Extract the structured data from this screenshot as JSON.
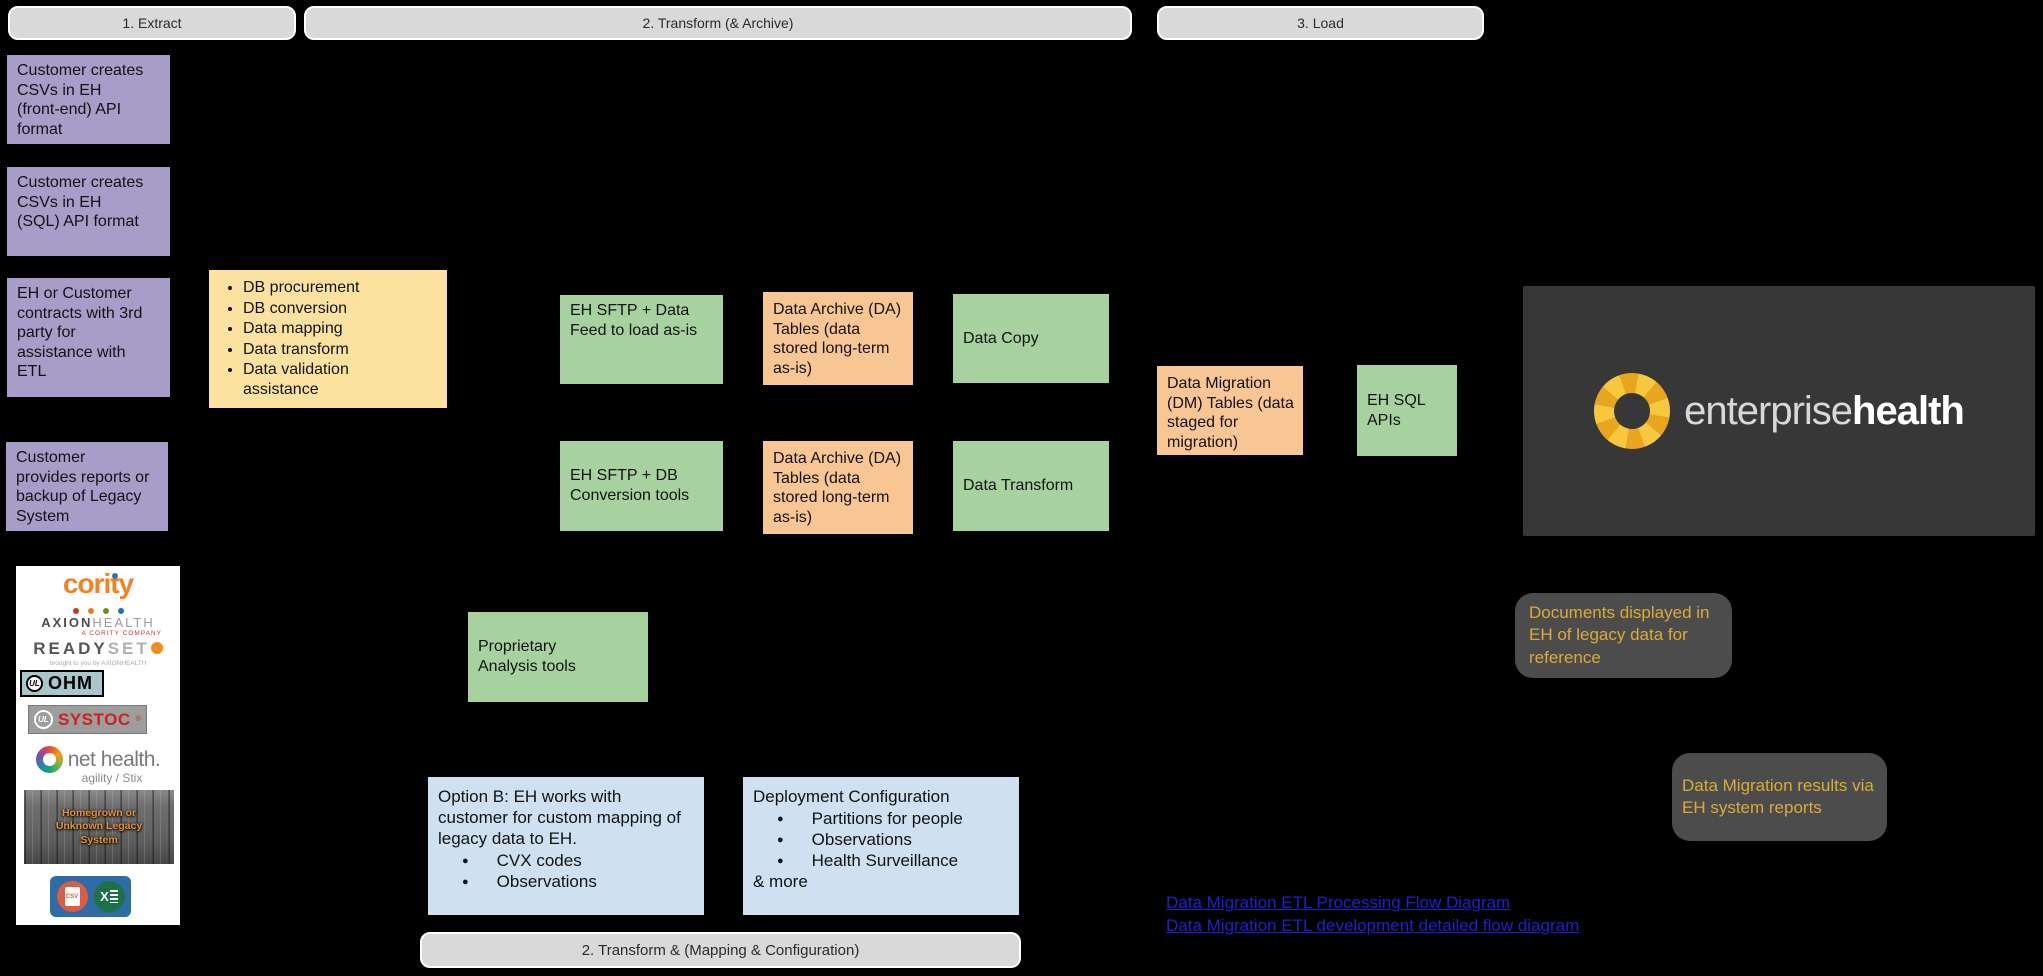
{
  "colors": {
    "bg": "#000000",
    "purple": "#a89cc8",
    "yellow": "#fbe39f",
    "green": "#a7d2a0",
    "orange": "#f8c693",
    "blue": "#cfe0f1",
    "stage-gray": "#d9d9d9",
    "callout-gray": "#4c4c4c",
    "callout-text": "#dcab35",
    "eh-panel": "#373737",
    "link-blue": "#2020cc"
  },
  "stages": {
    "extract": "1. Extract",
    "transform": "2. Transform (& Archive)",
    "load": "3. Load",
    "transform_mapping": "2. Transform & (Mapping & Configuration)"
  },
  "extract_column": {
    "boxes": [
      "Customer creates CSVs in EH (front-end) API format",
      "Customer creates CSVs in EH (SQL) API format",
      "EH or Customer contracts with 3rd party for assistance with ETL",
      "Customer provides reports or backup of Legacy System"
    ]
  },
  "etl_services": {
    "items": [
      "DB procurement",
      "DB conversion",
      "Data mapping",
      "Data transform",
      "Data validation assistance"
    ]
  },
  "transform_flow": {
    "sftp_feed": "EH SFTP + Data Feed to load as-is",
    "sftp_db": "EH SFTP + DB Conversion tools",
    "archive_1": "Data Archive (DA) Tables (data stored long-term as-is)",
    "archive_2": "Data Archive (DA) Tables (data stored long-term as-is)",
    "copy": "Data Copy",
    "transform": "Data Transform",
    "analysis": "Proprietary Analysis tools",
    "dm_tables": "Data Migration (DM) Tables (data staged for migration)",
    "sql_apis": "EH SQL APIs"
  },
  "eh_brand": {
    "light": "enterprise",
    "bold": "health"
  },
  "callouts": [
    "Documents displayed in EH of legacy data for reference",
    "Data Migration results via EH system reports"
  ],
  "option_b": {
    "title": "Option B: EH works with customer for custom mapping of legacy data to EH.",
    "items": [
      "CVX codes",
      "Observations"
    ]
  },
  "deployment": {
    "title": "Deployment Configuration",
    "items": [
      "Partitions for people",
      "Observations",
      "Health Surveillance"
    ],
    "footer": "& more"
  },
  "links": [
    "Data Migration ETL Processing Flow Diagram",
    "Data Migration ETL development detailed flow diagram"
  ],
  "legacy_systems_panel": {
    "cority": "cority",
    "axion": {
      "name_a": "AXION",
      "name_b": "HEALTH",
      "tag": "A CORITY COMPANY"
    },
    "readyset": {
      "a": "READY",
      "b": "SET",
      "tag": "brought to you by AXIONHEALTH"
    },
    "ohm": {
      "ul": "UL",
      "label": "OHM"
    },
    "systoc": {
      "ul": "UL",
      "label": "SYSTOC",
      "reg": "®"
    },
    "nethealth": {
      "label": "net health.",
      "sub": "agility / Stix"
    },
    "homegrown": "Homegrown or Unknown Legacy System",
    "file_icons": {
      "csv": "CSV",
      "excel": "X"
    }
  }
}
